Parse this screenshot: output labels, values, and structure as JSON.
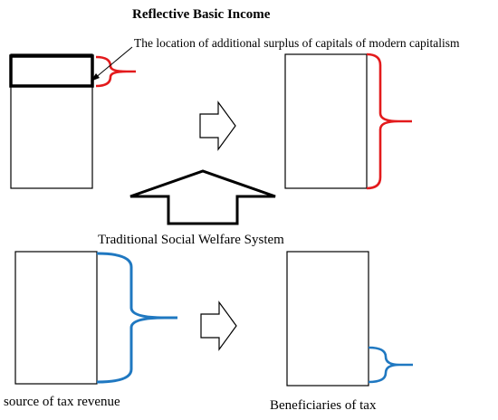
{
  "title": "Reflective Basic Income",
  "surplus_note": "The location of additional surplus of capitals of modern capitalism",
  "traditional_label": "Traditional Social Welfare System",
  "source_label": "source of tax revenue",
  "beneficiaries_label": "Beneficiaries  of tax",
  "colors": {
    "outline": "#000000",
    "surplus_bracket": "#e31a1c",
    "tax_bracket": "#1f78c1",
    "background": "#ffffff"
  },
  "icons": {
    "flow_arrow_right": "hollow-right-arrow",
    "flow_arrow_up": "hollow-up-arrow",
    "pointer_arrow": "diagonal-pointer-arrow"
  }
}
